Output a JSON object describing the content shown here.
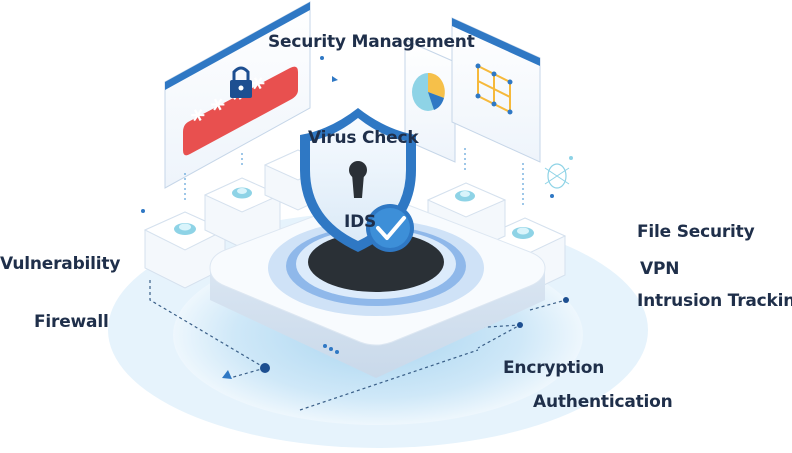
{
  "labels": {
    "security_management": "Security Management",
    "virus_check": "Virus Check",
    "ids": "IDS",
    "vulnerability": "Vulnerability",
    "firewall": "Firewall",
    "file_security": "File Security",
    "vpn": "VPN",
    "intrusion_tracking": "Intrusion Tracking",
    "encryption": "Encryption",
    "authentication": "Authentication"
  },
  "password_mask": "* * * *",
  "colors": {
    "primary_blue": "#2f78c4",
    "dark_blue": "#1d4f91",
    "light_blue": "#cfe6f7",
    "platform": "#f3f7fc",
    "red": "#e8504f",
    "text": "#1f2f4a"
  },
  "icons": [
    "lock-icon",
    "shield-icon",
    "keyhole-icon",
    "check-icon",
    "pie-chart-icon",
    "grid-icon",
    "server-icon"
  ]
}
